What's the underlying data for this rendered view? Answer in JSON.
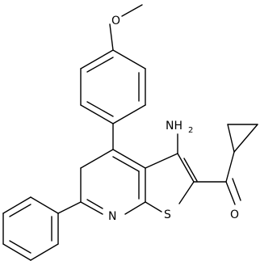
{
  "molecule": {
    "atoms": {
      "methoxy_o": "O",
      "amino_n": "NH",
      "amino_h_count": "2",
      "carbonyl_o": "O",
      "ring_n": "N",
      "ring_s": "S"
    },
    "colors": {
      "bond": "#000000",
      "label": "#000000",
      "background": "#ffffff"
    }
  }
}
